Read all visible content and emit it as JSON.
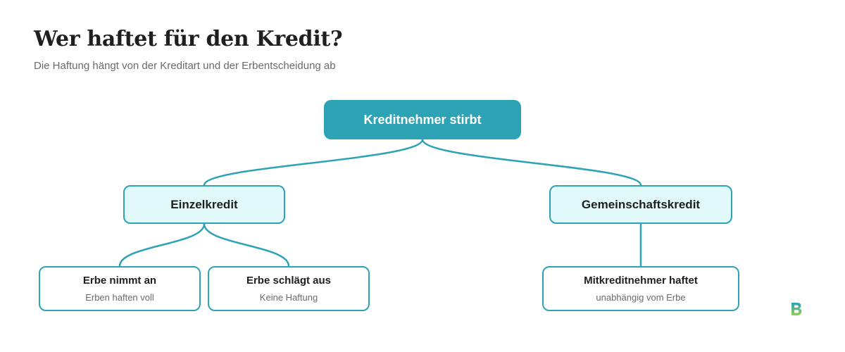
{
  "header": {
    "title": "Wer haftet für den Kredit?",
    "subtitle": "Die Haftung hängt von der Kreditart und der Erbentscheidung ab"
  },
  "diagram": {
    "root": {
      "label": "Kreditnehmer stirbt"
    },
    "branches": {
      "single": {
        "label": "Einzelkredit"
      },
      "joint": {
        "label": "Gemeinschaftskredit"
      }
    },
    "leaves": {
      "accept": {
        "title": "Erbe nimmt an",
        "subtitle": "Erben haften voll"
      },
      "decline": {
        "title": "Erbe schlägt aus",
        "subtitle": "Keine Haftung"
      },
      "co_borrower": {
        "title": "Mitkreditnehmer haftet",
        "subtitle": "unabhängig vom Erbe"
      }
    }
  },
  "brand": {
    "logo_icon": "b-logo-icon",
    "accent_color": "#2ea3b5",
    "light_fill": "#e2f9fc"
  }
}
